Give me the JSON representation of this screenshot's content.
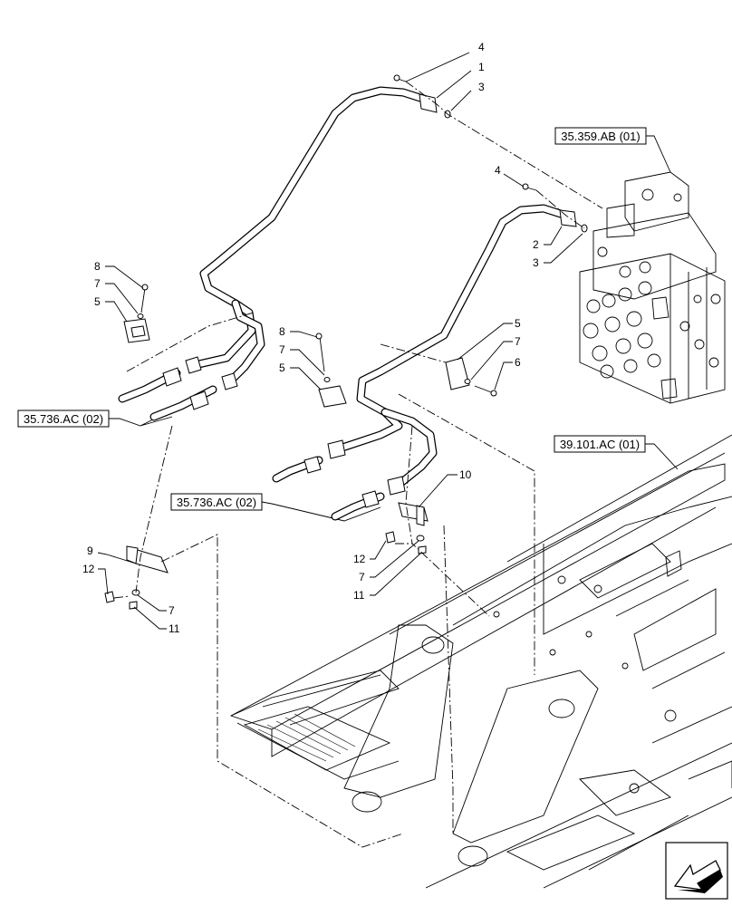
{
  "diagram": {
    "references": {
      "valve": "35.359.AB (01)",
      "hose_left": "35.736.AC (02)",
      "hose_center": "35.736.AC (02)",
      "frame": "39.101.AC (01)"
    },
    "callouts": {
      "c4_top": "4",
      "c1": "1",
      "c3_top": "3",
      "c4_mid": "4",
      "c2": "2",
      "c3_mid": "3",
      "c8_left": "8",
      "c7_left": "7",
      "c5_left": "5",
      "c8_center": "8",
      "c7_center": "7",
      "c5_center": "5",
      "c5_right": "5",
      "c7_right": "7",
      "c6": "6",
      "c10": "10",
      "c12_right": "12",
      "c7_lower_right": "7",
      "c11_right": "11",
      "c9": "9",
      "c12_left": "12",
      "c7_lower_left": "7",
      "c11_left": "11"
    },
    "icons": {
      "navigation": "arrow-icon"
    }
  }
}
